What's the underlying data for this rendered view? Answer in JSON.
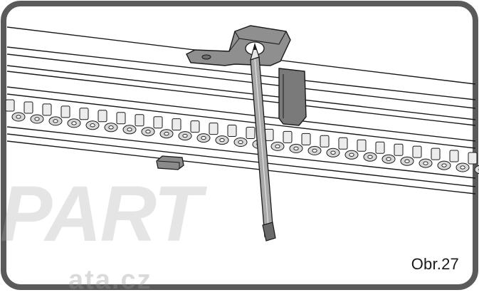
{
  "figure": {
    "caption": "Obr.27",
    "watermark_main": "PART",
    "watermark_sub": "ata.cz"
  },
  "colors": {
    "frame_border": "#5a5a5a",
    "rail_line": "#1a1a1a",
    "bracket_fill": "#8a8a8a",
    "pencil_fill": "#a9a9a9",
    "chain_fill": "#d8d8d8"
  },
  "icons": {
    "chain": "roller-chain",
    "bracket": "mounting-bracket",
    "pencil": "marking-pencil",
    "stop": "stopper-block"
  }
}
